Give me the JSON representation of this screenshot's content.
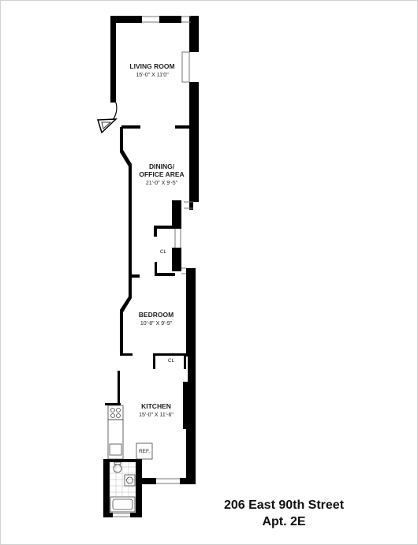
{
  "rooms": {
    "living": {
      "name": "LIVING ROOM",
      "dims": "15'-0\" X 11'0\""
    },
    "dining": {
      "name_line1": "DINING/",
      "name_line2": "OFFICE AREA",
      "dims": "21'-0\" X 9'-5\""
    },
    "bedroom": {
      "name": "BEDROOM",
      "dims": "10'-8\" X 9'-9\""
    },
    "kitchen": {
      "name": "KITCHEN",
      "dims": "15'-0\" X 11'-6\""
    }
  },
  "labels": {
    "closet1": "CL",
    "closet2": "CL",
    "refrigerator": "REF."
  },
  "address": {
    "line1": "206 East 90th Street",
    "line2": "Apt. 2E"
  },
  "colors": {
    "wall": "#000000",
    "window": "#7a7a7a",
    "background": "#ffffff"
  }
}
